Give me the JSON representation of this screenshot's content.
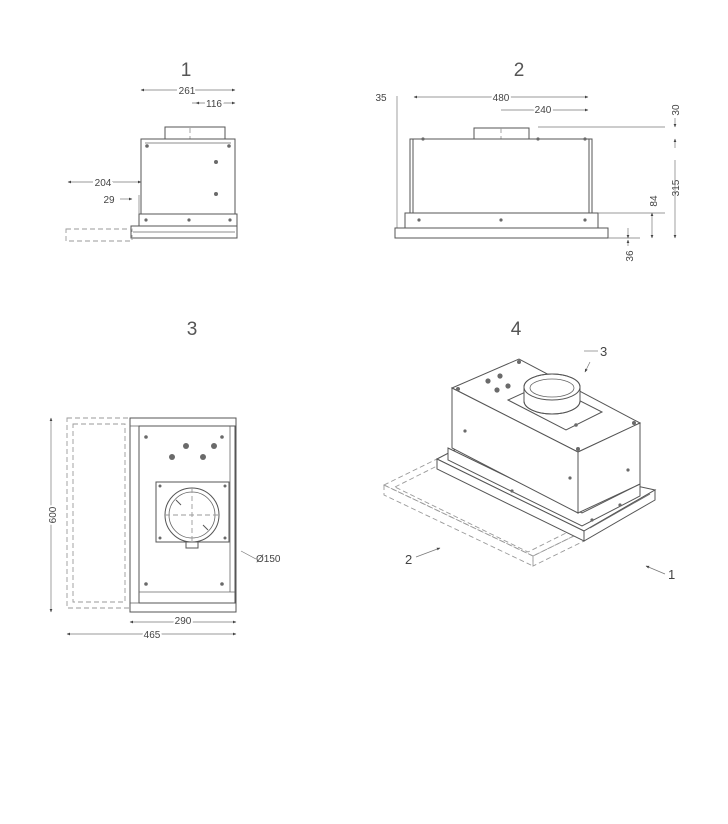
{
  "views": [
    {
      "number": "1",
      "dimensions": {
        "width_total": "261",
        "width_outlet": "116",
        "height_a": "204",
        "height_b": "29"
      }
    },
    {
      "number": "2",
      "dimensions": {
        "offset_left": "35",
        "width_total": "480",
        "width_half": "240",
        "top_gap": "30",
        "height_total": "315",
        "height_front": "84",
        "height_trim": "36"
      }
    },
    {
      "number": "3",
      "dimensions": {
        "depth": "600",
        "width_body": "290",
        "width_total": "465",
        "duct_diameter": "Ø150"
      }
    },
    {
      "number": "4",
      "callouts": {
        "c1": "1",
        "c2": "2",
        "c3": "3"
      }
    }
  ]
}
